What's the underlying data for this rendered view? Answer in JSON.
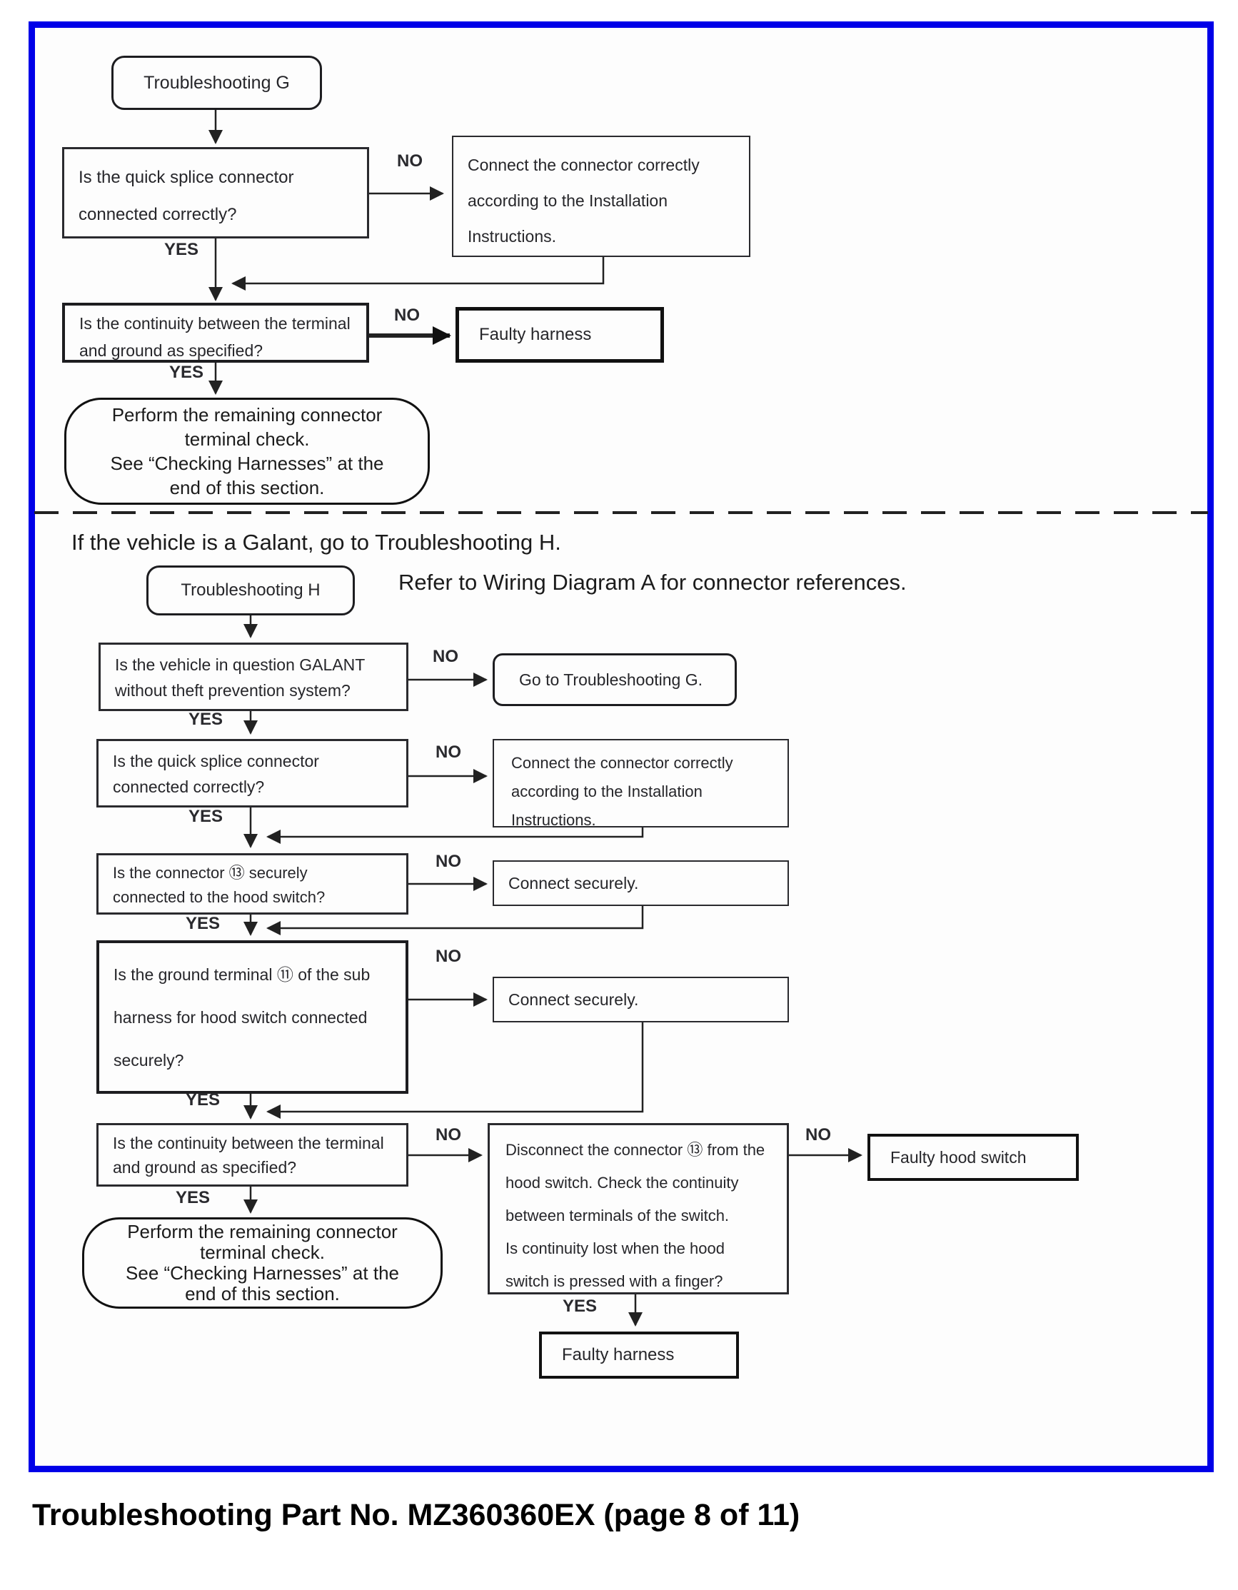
{
  "labels": {
    "yes": "YES",
    "no": "NO"
  },
  "g": {
    "start": "Troubleshooting G",
    "q1": "Is the quick splice connector\nconnected correctly?",
    "r1": "Connect the connector correctly\naccording to the Installation\nInstructions.",
    "q2": "Is the continuity between the terminal\nand ground as specified?",
    "f1": "Faulty harness",
    "end": "Perform the remaining connector\nterminal check.\nSee “Checking Harnesses” at the\nend of this section."
  },
  "h": {
    "intro": "If the vehicle is a Galant, go to Troubleshooting H.",
    "start": "Troubleshooting H",
    "refer": "Refer to Wiring Diagram A for connector references.",
    "q1": "Is the vehicle in question GALANT\nwithout theft prevention system?",
    "goto_g": "Go to Troubleshooting G.",
    "q2": "Is the quick splice connector\nconnected correctly?",
    "r1": "Connect the connector correctly\naccording to the Installation\nInstructions.",
    "q3": "Is the connector ⑬ securely\nconnected to the hood switch?",
    "c1": "Connect securely.",
    "q4": "Is the ground terminal ⑪ of the sub\nharness for hood switch connected\nsecurely?",
    "c2": "Connect securely.",
    "q5": "Is the continuity between the terminal\nand ground as specified?",
    "big": "Disconnect the connector ⑬ from the\nhood switch. Check the continuity\nbetween terminals of the switch.\nIs continuity lost when the hood\nswitch is pressed with a finger?",
    "f_hood": "Faulty hood switch",
    "f_harness": "Faulty harness",
    "end": "Perform the remaining connector\nterminal check.\nSee “Checking Harnesses” at the\nend of this section."
  },
  "caption": "Troubleshooting Part No. MZ360360EX (page 8 of 11)",
  "colors": {
    "frame_border": "#0000e8",
    "line_ink": "#222222"
  }
}
